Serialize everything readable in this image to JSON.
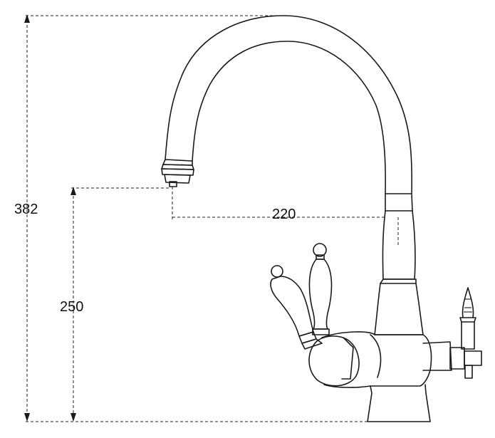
{
  "dimensions": {
    "total_height": "382",
    "spout_height": "250",
    "spout_reach": "220"
  }
}
